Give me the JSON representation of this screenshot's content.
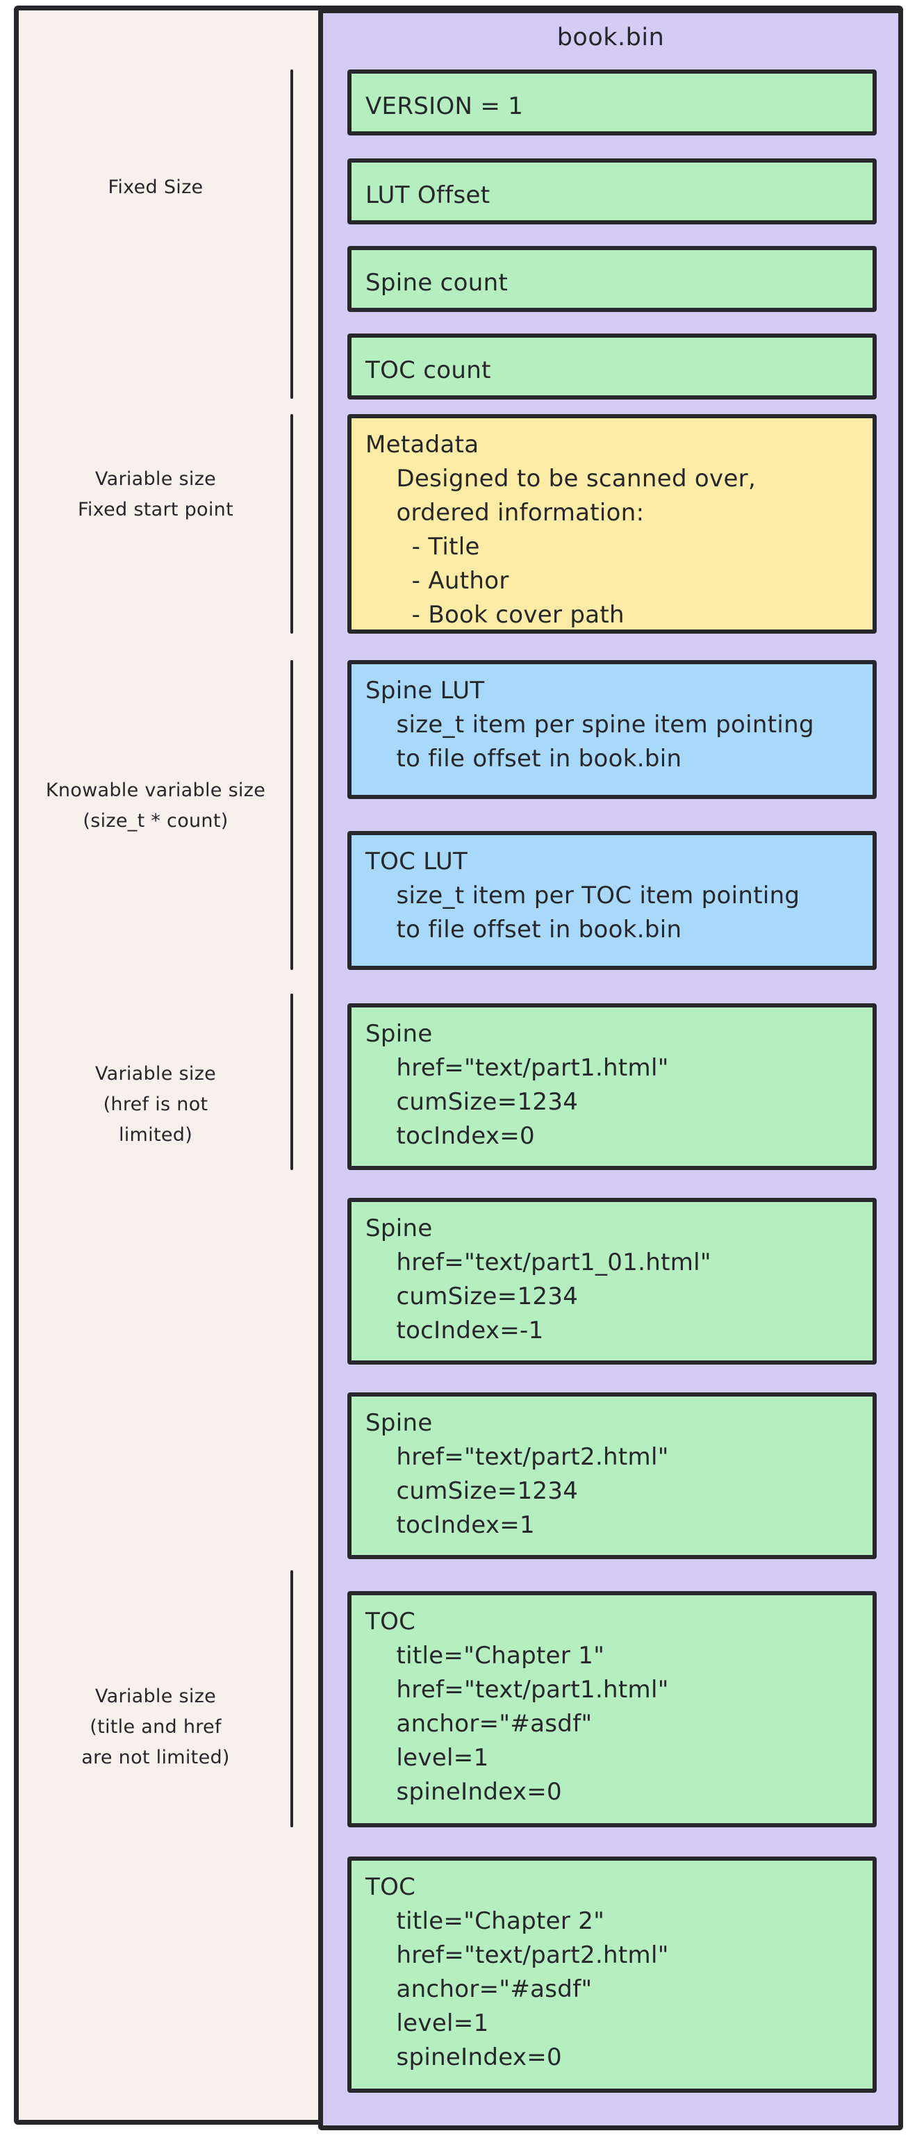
{
  "diagram": {
    "file_title": "book.bin",
    "colors": {
      "green": "#b5efbf",
      "yellow": "#fdeca6",
      "blue": "#a8d9fa",
      "violet": "#d5ccf5",
      "canvas": "#f7f1ec",
      "stroke": "#26262b"
    },
    "side_labels": [
      {
        "text": "Fixed Size"
      },
      {
        "text": "Variable size\nFixed start point"
      },
      {
        "text": "Knowable variable size\n(size_t * count)"
      },
      {
        "text": "Variable size\n(href is not\nlimited)"
      },
      {
        "text": "Variable size\n(title and href\nare not limited)"
      }
    ],
    "blocks": [
      {
        "id": "version",
        "color": "green",
        "text": "VERSION = 1"
      },
      {
        "id": "lut-offset",
        "color": "green",
        "text": "LUT Offset"
      },
      {
        "id": "spine-count",
        "color": "green",
        "text": "Spine count"
      },
      {
        "id": "toc-count",
        "color": "green",
        "text": "TOC count"
      },
      {
        "id": "metadata",
        "color": "yellow",
        "text": "Metadata\n    Designed to be scanned over,\n    ordered information:\n      - Title\n      - Author\n      - Book cover path"
      },
      {
        "id": "spine-lut",
        "color": "blue",
        "text": "Spine LUT\n    size_t item per spine item pointing\n    to file offset in book.bin"
      },
      {
        "id": "toc-lut",
        "color": "blue",
        "text": "TOC LUT\n    size_t item per TOC item pointing\n    to file offset in book.bin"
      },
      {
        "id": "spine-part1",
        "color": "green",
        "text": "Spine\n    href=\"text/part1.html\"\n    cumSize=1234\n    tocIndex=0"
      },
      {
        "id": "spine-part1-01",
        "color": "green",
        "text": "Spine\n    href=\"text/part1_01.html\"\n    cumSize=1234\n    tocIndex=-1"
      },
      {
        "id": "spine-part2",
        "color": "green",
        "text": "Spine\n    href=\"text/part2.html\"\n    cumSize=1234\n    tocIndex=1"
      },
      {
        "id": "toc-chapter1",
        "color": "green",
        "text": "TOC\n    title=\"Chapter 1\"\n    href=\"text/part1.html\"\n    anchor=\"#asdf\"\n    level=1\n    spineIndex=0"
      },
      {
        "id": "toc-chapter2",
        "color": "green",
        "text": "TOC\n    title=\"Chapter 2\"\n    href=\"text/part2.html\"\n    anchor=\"#asdf\"\n    level=1\n    spineIndex=0"
      }
    ]
  }
}
